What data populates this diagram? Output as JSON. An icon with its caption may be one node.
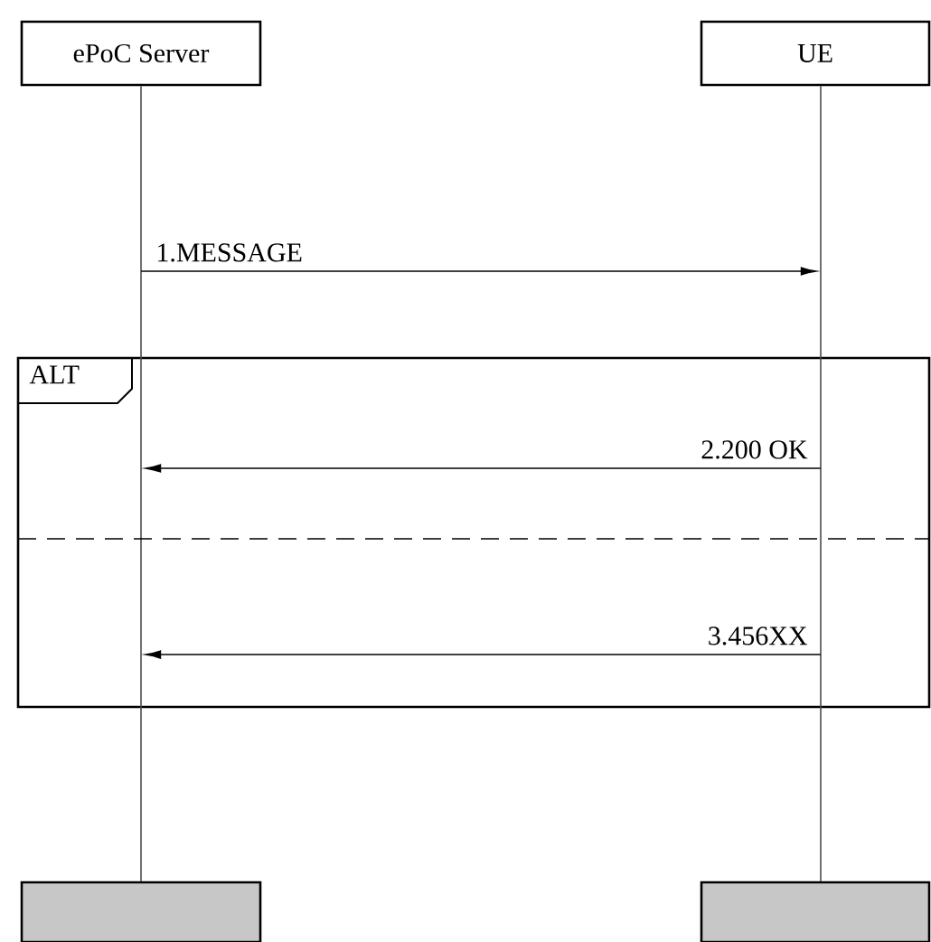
{
  "diagram": {
    "nodes": [
      {
        "text": [
          "ePoC Server"
        ]
      },
      {
        "text": [
          "UE"
        ]
      },
      {
        "text": [],
        "shape": "line"
      },
      {
        "text": [],
        "shape": "line"
      },
      {
        "text": [],
        "shape": "box"
      },
      {
        "text": [],
        "shape": "box"
      },
      {
        "text": [
          "ALT"
        ]
      }
    ],
    "edges": [
      {
        "from": 2,
        "to": 3,
        "arrow": "to",
        "label": "1.MESSAGE"
      },
      {
        "from": 3,
        "to": 2,
        "arrow": "to",
        "label": "2.200 OK"
      },
      {
        "from": 3,
        "to": 2,
        "arrow": "to",
        "label": "3.456XX"
      }
    ]
  }
}
